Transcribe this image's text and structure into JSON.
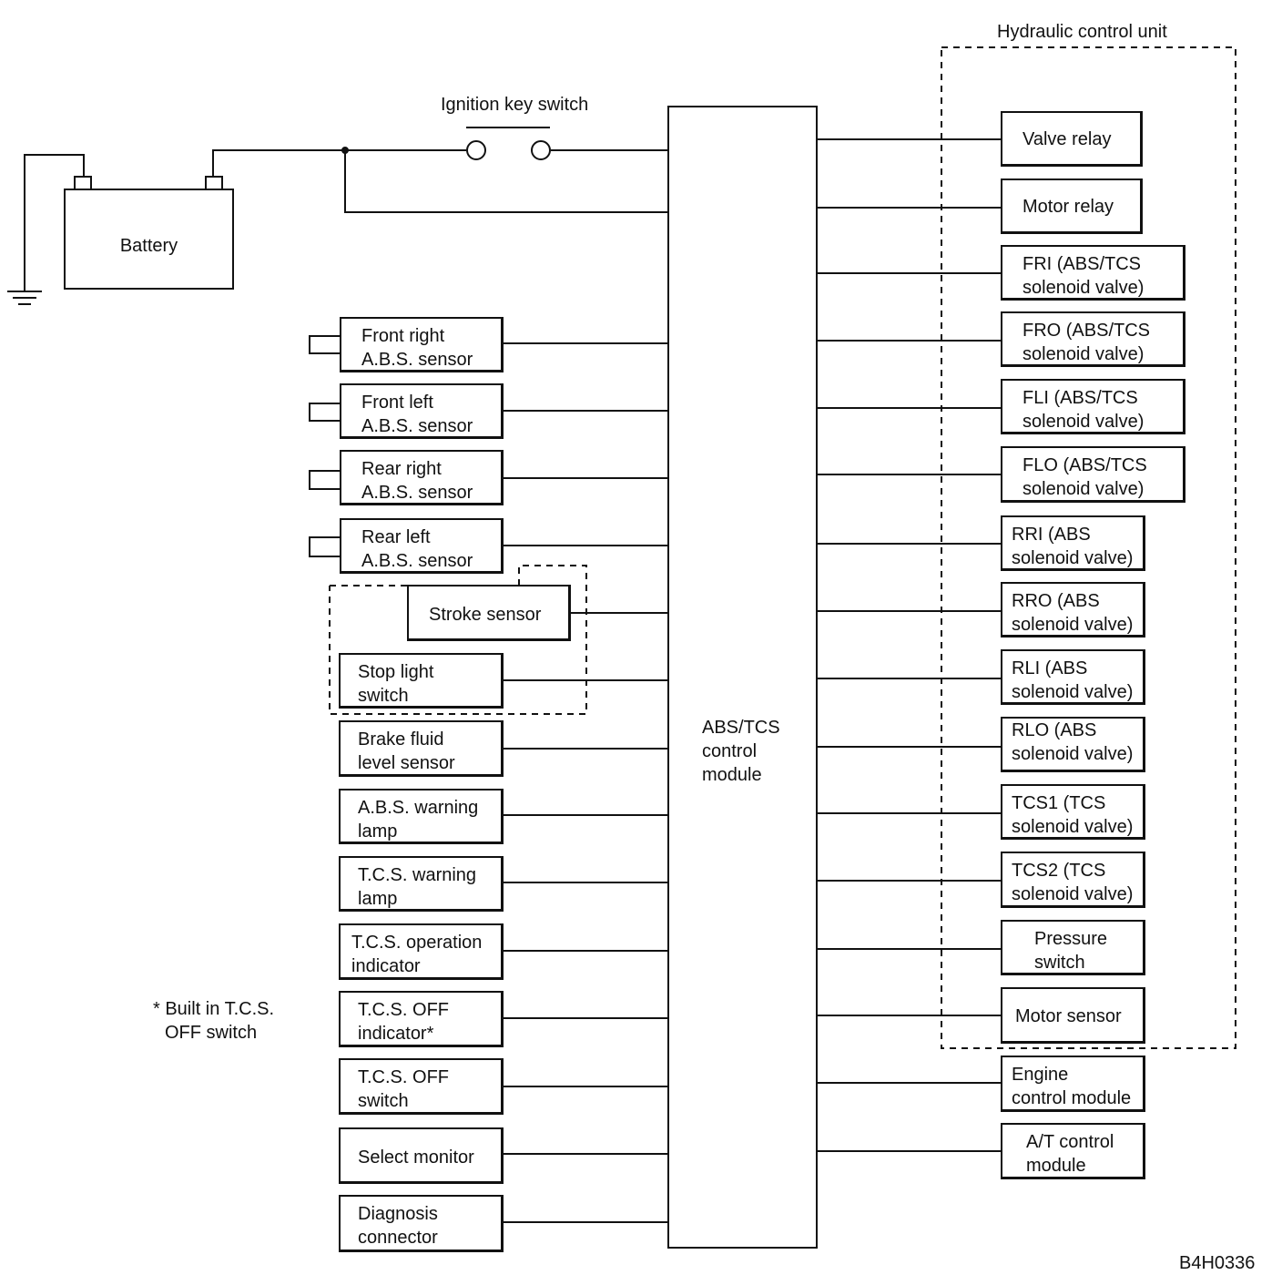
{
  "hydraulic_unit_title": "Hydraulic control unit",
  "ignition_label": "Ignition key switch",
  "battery_label": "Battery",
  "module": {
    "l1": "ABS/TCS",
    "l2": "control",
    "l3": "module"
  },
  "left_components": [
    {
      "l1": "Front right",
      "l2": "A.B.S. sensor"
    },
    {
      "l1": "Front left",
      "l2": "A.B.S. sensor"
    },
    {
      "l1": "Rear right",
      "l2": "A.B.S. sensor"
    },
    {
      "l1": "Rear left",
      "l2": "A.B.S. sensor"
    },
    {
      "l1": "Stroke sensor",
      "l2": ""
    },
    {
      "l1": "Stop light",
      "l2": "switch"
    },
    {
      "l1": "Brake fluid",
      "l2": "level sensor"
    },
    {
      "l1": "A.B.S. warning",
      "l2": "lamp"
    },
    {
      "l1": "T.C.S. warning",
      "l2": "lamp"
    },
    {
      "l1": "T.C.S. operation",
      "l2": "indicator"
    },
    {
      "l1": "T.C.S. OFF",
      "l2": "indicator*"
    },
    {
      "l1": "T.C.S. OFF",
      "l2": "switch"
    },
    {
      "l1": "Select monitor",
      "l2": ""
    },
    {
      "l1": "Diagnosis",
      "l2": "connector"
    }
  ],
  "right_components": [
    {
      "l1": "Valve relay",
      "l2": ""
    },
    {
      "l1": "Motor relay",
      "l2": ""
    },
    {
      "l1": "FRI (ABS/TCS",
      "l2": "solenoid valve)"
    },
    {
      "l1": "FRO (ABS/TCS",
      "l2": "solenoid valve)"
    },
    {
      "l1": "FLI (ABS/TCS",
      "l2": "solenoid valve)"
    },
    {
      "l1": "FLO (ABS/TCS",
      "l2": "solenoid valve)"
    },
    {
      "l1": "RRI (ABS",
      "l2": "solenoid valve)"
    },
    {
      "l1": "RRO (ABS",
      "l2": "solenoid valve)"
    },
    {
      "l1": "RLI (ABS",
      "l2": "solenoid valve)"
    },
    {
      "l1": "RLO (ABS",
      "l2": "solenoid valve)"
    },
    {
      "l1": "TCS1 (TCS",
      "l2": "solenoid valve)"
    },
    {
      "l1": "TCS2 (TCS",
      "l2": "solenoid valve)"
    },
    {
      "l1": "Pressure",
      "l2": "switch"
    },
    {
      "l1": "Motor sensor",
      "l2": ""
    },
    {
      "l1": "Engine",
      "l2": "control module"
    },
    {
      "l1": "A/T control",
      "l2": "module"
    }
  ],
  "footnote": {
    "l1": "* Built in T.C.S.",
    "l2": "OFF switch"
  },
  "figure_code": "B4H0336"
}
